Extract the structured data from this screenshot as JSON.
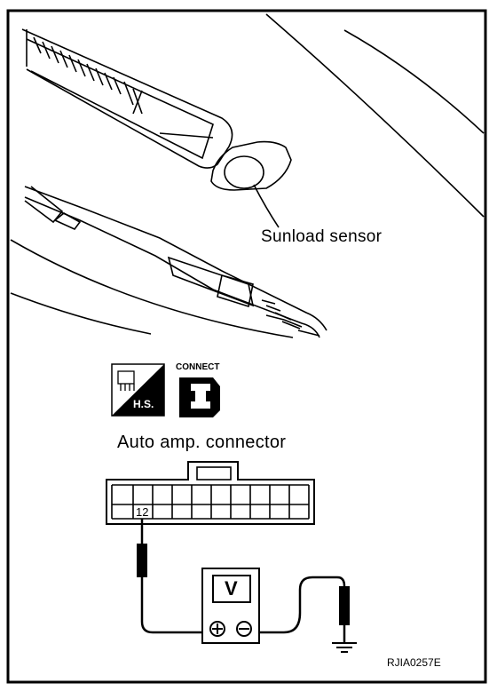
{
  "labels": {
    "sensor": "Sunload sensor",
    "connector_title": "Auto amp. connector",
    "pin": "12",
    "image_code": "RJIA0257E"
  },
  "icons": {
    "hs_icon": "harness-side-icon",
    "hs_text": "H.S.",
    "connect_icon": "connector-icon",
    "connect_text": "CONNECT"
  },
  "meter": {
    "symbol": "V",
    "positive_symbol": "⊕",
    "negative_symbol": "⊖"
  },
  "colors": {
    "line": "#000000",
    "background": "#ffffff"
  }
}
